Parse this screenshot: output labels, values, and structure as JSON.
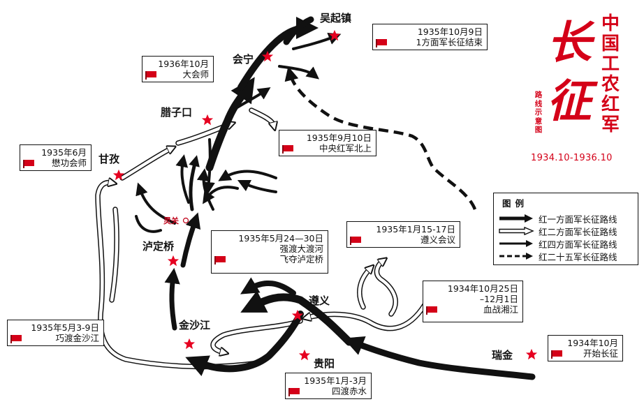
{
  "title": {
    "main_vertical": "中国工农红军",
    "calligraphy": "长征",
    "subtitle": "路线示意图",
    "years": "1934.10-1936.10"
  },
  "legend": {
    "title": "图例",
    "items": [
      {
        "label": "红一方面军长征路线",
        "style": "black-filled"
      },
      {
        "label": "红二方面军长征路线",
        "style": "white-outline"
      },
      {
        "label": "红四方面军长征路线",
        "style": "black-thin"
      },
      {
        "label": "红二十五军长征路线",
        "style": "dashed"
      }
    ]
  },
  "places": {
    "wuqizhen": "吴起镇",
    "huining": "会宁",
    "lazikou": "腊子口",
    "ganzi": "甘孜",
    "lingguan": "灵关",
    "ludingqiao": "泸定桥",
    "jinshajiang": "金沙江",
    "zunyi": "遵义",
    "guiyang": "贵阳",
    "ruijin": "瑞金"
  },
  "events": [
    {
      "id": "wuqizhen",
      "date": "1935年10月9日",
      "text": "1方面军长征结束"
    },
    {
      "id": "huining",
      "date": "1936年10月",
      "text": "大会师"
    },
    {
      "id": "north",
      "date": "1935年9月10日",
      "text": "中央红军北上"
    },
    {
      "id": "maogong",
      "date": "1935年6月",
      "text": "懋功会师"
    },
    {
      "id": "dadu",
      "date": "1935年5月24—30日",
      "text": "强渡大渡河",
      "text2": "飞夺泸定桥"
    },
    {
      "id": "zunyi",
      "date": "1935年1月15-17日",
      "text": "遵义会议"
    },
    {
      "id": "xiangjiang",
      "date": "1934年10月25日",
      "text": "–12月1日",
      "text2": "血战湘江"
    },
    {
      "id": "jinsha",
      "date": "1935年5月3-9日",
      "text": "巧渡金沙江"
    },
    {
      "id": "chishui",
      "date": "1935年1月-3月",
      "text": "四渡赤水"
    },
    {
      "id": "start",
      "date": "1934年10月",
      "text": "开始长征"
    }
  ],
  "colors": {
    "accent": "#d40018",
    "ink": "#111111",
    "paper": "#ffffff"
  }
}
